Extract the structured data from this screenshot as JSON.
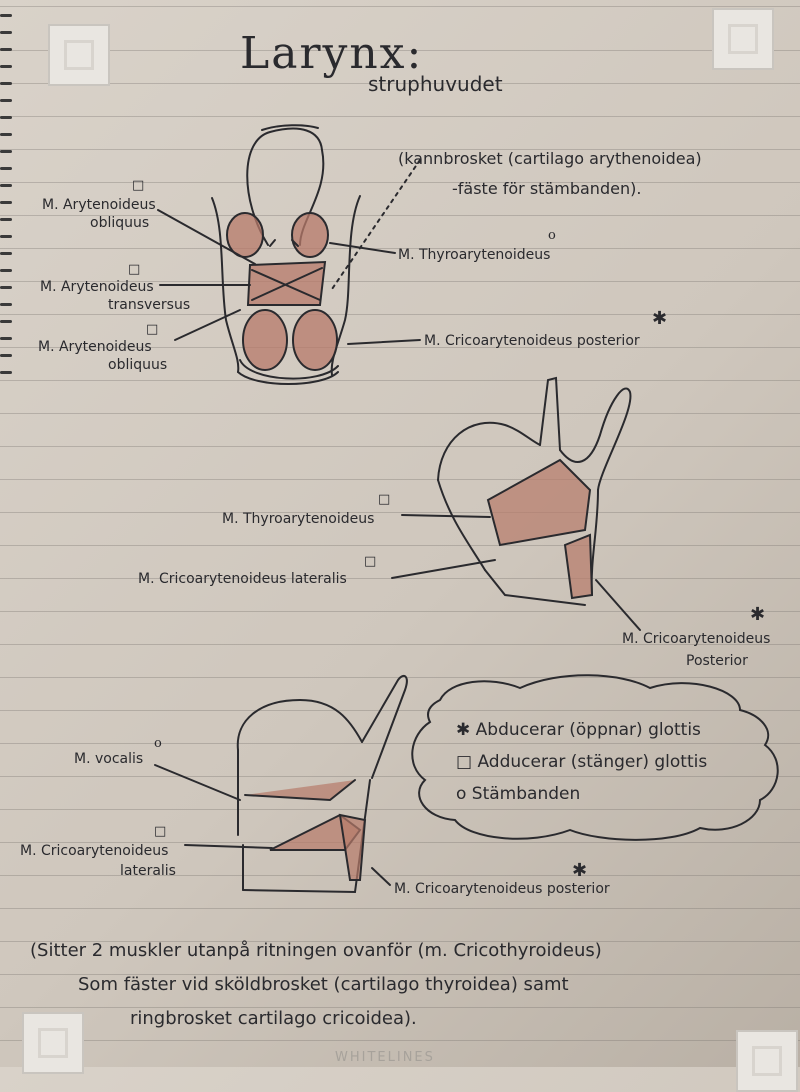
{
  "title": "Larynx:",
  "subtitle": "struphuvudet",
  "brand": "WHITELINES",
  "symbols": {
    "abductor": "✱",
    "adductor": "□",
    "vocal": "o"
  },
  "diagram1": {
    "label_top_right_1": "(kannbrosket (cartilago arythenoidea)",
    "label_top_right_2": "-fäste för stämbanden).",
    "left_1a": "M. Arytenoideus",
    "left_1b": "obliquus",
    "left_2a": "M. Arytenoideus",
    "left_2b": "transversus",
    "left_3a": "M. Arytenoideus",
    "left_3b": "obliquus",
    "right_1": "M. Thyroarytenoideus",
    "right_2": "M. Cricoarytenoideus posterior"
  },
  "diagram2": {
    "left_1": "M. Thyroarytenoideus",
    "left_2": "M. Cricoarytenoideus lateralis",
    "right_a": "M. Cricoarytenoideus",
    "right_b": "Posterior"
  },
  "diagram3": {
    "left_1": "M. vocalis",
    "left_2a": "M. Cricoarytenoideus",
    "left_2b": "lateralis",
    "right_1": "M. Cricoarytenoideus posterior"
  },
  "legend": {
    "line1": "✱ Abducerar (öppnar) glottis",
    "line2": "□ Adducerar (stänger) glottis",
    "line3": "o Stämbanden"
  },
  "note": {
    "line1": "(Sitter 2 muskler utanpå ritningen ovanför (m. Cricothyroideus)",
    "line2": "Som fäster vid sköldbrosket (cartilago thyroidea) samt",
    "line3": "ringbrosket cartilago cricoidea)."
  },
  "colors": {
    "ink": "#2a2a2e",
    "muscle": "#b77a6a",
    "paper": "#d6cfc6"
  }
}
